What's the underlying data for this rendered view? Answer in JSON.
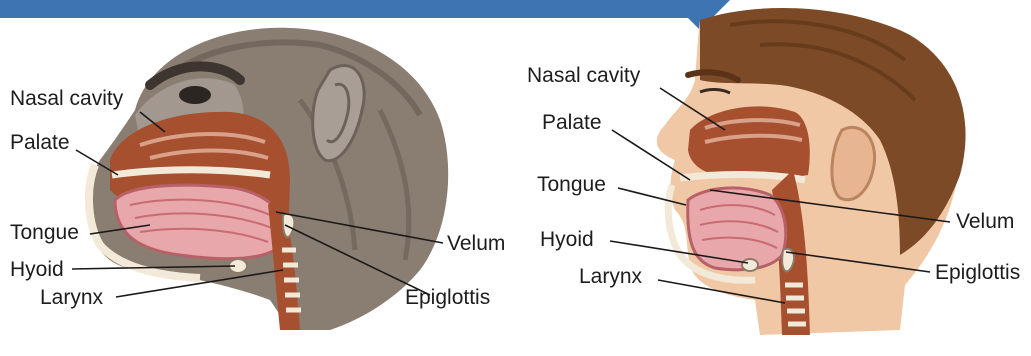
{
  "colors": {
    "banner": "#3f74b3",
    "tissue": "#a7502f",
    "tissue_dark": "#7a3a22",
    "tongue": "#e8a7ab",
    "tongue_stripe": "#c86b72",
    "skin_ape": "#a29890",
    "fur": "#6f6258",
    "skin_human": "#f1c8a6",
    "hair": "#7c4a26",
    "bone": "#f3e9d8",
    "leader": "#1a1a1a"
  },
  "left_figure": {
    "subject": "ape-head-icon",
    "labels": {
      "nasal_cavity": "Nasal cavity",
      "palate": "Palate",
      "tongue": "Tongue",
      "hyoid": "Hyoid",
      "larynx": "Larynx",
      "velum": "Velum",
      "epiglottis": "Epiglottis"
    }
  },
  "right_figure": {
    "subject": "human-head-icon",
    "labels": {
      "nasal_cavity": "Nasal cavity",
      "palate": "Palate",
      "tongue": "Tongue",
      "hyoid": "Hyoid",
      "larynx": "Larynx",
      "velum": "Velum",
      "epiglottis": "Epiglottis"
    }
  }
}
